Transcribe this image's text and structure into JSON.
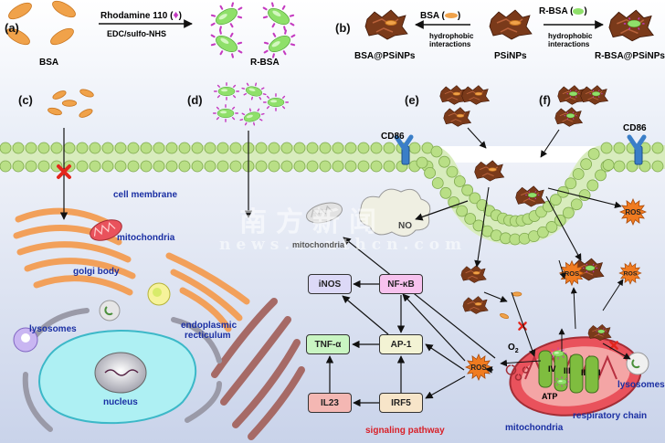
{
  "panels": {
    "a": "(a)",
    "b": "(b)",
    "c": "(c)",
    "d": "(d)",
    "e": "(e)",
    "f": "(f)"
  },
  "top": {
    "bsa": "BSA",
    "reagent": "Rhodamine 110 (",
    "reagent_close": ")",
    "coupling": "EDC/sulfo-NHS",
    "rbsa": "R-BSA",
    "bsa_psinps": "BSA@PSiNPs",
    "bsa_arrow": "BSA (",
    "bsa_arrow_close": ")",
    "hydrophobic1": "hydrophobic",
    "interactions1": "interactions",
    "psinps": "PSiNPs",
    "rbsa_arrow": "R-BSA (",
    "rbsa_arrow_close": ")",
    "hydrophobic2": "hydrophobic",
    "interactions2": "interactions",
    "rbsa_psinps": "R-BSA@PSiNPs"
  },
  "cell": {
    "membrane": "cell membrane",
    "cd86_left": "CD86",
    "cd86_right": "CD86",
    "mitochondria_left": "mitochondria",
    "mitochondria_mid": "mitochondria",
    "golgi": "golgi body",
    "lysosomes_left": "lysosomes",
    "er": "endoplasmic",
    "er2": "recticulum",
    "nucleus": "nucleus",
    "no": "NO",
    "lysosomes_right": "lysosomes",
    "mitochondria_right": "mitochondria",
    "resp_chain": "respiratory chain",
    "o2": "O",
    "o2_sub": "2",
    "complex_i": "I",
    "complex_ii": "II",
    "complex_iii": "III",
    "complex_iv": "IV",
    "atp": "ATP",
    "ros_labels": [
      "ROS",
      "ROS",
      "ROS",
      "ROS"
    ]
  },
  "pathway": {
    "inos": "iNOS",
    "nfkb": "NF-κB",
    "tnf": "TNF-α",
    "ap1": "AP-1",
    "il23": "IL23",
    "irf5": "IRF5",
    "signaling": "signaling pathway",
    "ros": "ROS"
  },
  "watermark": {
    "cn": "南方新闻",
    "url": "news.southcn.com"
  },
  "colors": {
    "bsa": "#f0a24a",
    "rbsa": "#8fe06a",
    "rhodamine": "#c43ac0",
    "membrane": "#b9df86",
    "cell_bg": "#d4ddf0",
    "particle": "#7a3a1a",
    "ros": "#f07b20",
    "mito": "#e9525c"
  }
}
